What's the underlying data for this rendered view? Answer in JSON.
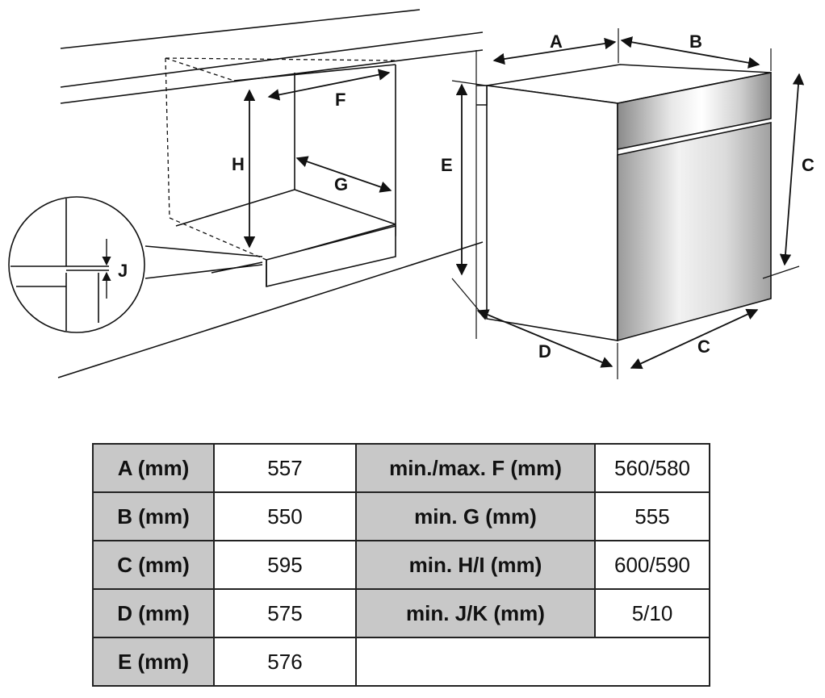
{
  "diagram": {
    "labels": {
      "A": "A",
      "B": "B",
      "C": "C",
      "D": "D",
      "E": "E",
      "F": "F",
      "G": "G",
      "H": "H",
      "J": "J"
    }
  },
  "table": {
    "rows": [
      {
        "key1": "A (mm)",
        "val1": "557",
        "key2": "min./max. F (mm)",
        "val2": "560/580"
      },
      {
        "key1": "B (mm)",
        "val1": "550",
        "key2": "min. G (mm)",
        "val2": "555"
      },
      {
        "key1": "C (mm)",
        "val1": "595",
        "key2": "min. H/I (mm)",
        "val2": "600/590"
      },
      {
        "key1": "D (mm)",
        "val1": "575",
        "key2": "min. J/K (mm)",
        "val2": "5/10"
      },
      {
        "key1": "E (mm)",
        "val1": "576",
        "key2": "",
        "val2": ""
      }
    ]
  }
}
